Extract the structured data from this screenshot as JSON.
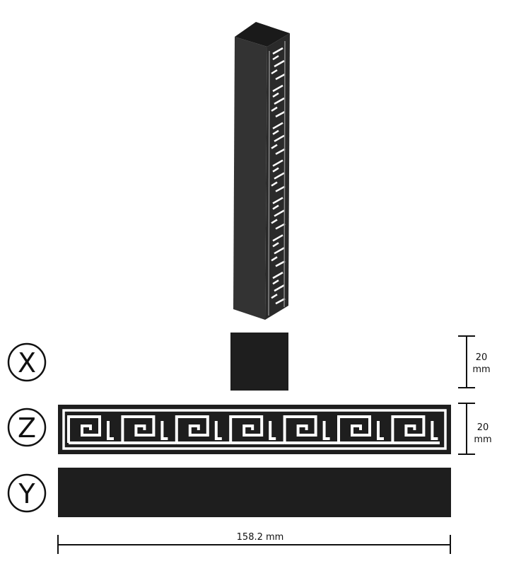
{
  "views": {
    "x_label": "X",
    "z_label": "Z",
    "y_label": "Y"
  },
  "dimensions": {
    "x_height_value": "20",
    "x_height_unit": "mm",
    "z_height_value": "20",
    "z_height_unit": "mm",
    "length": "158.2 mm"
  },
  "pattern": {
    "motif_count": 7
  },
  "colors": {
    "body": "#1e1e1e",
    "front_face": "#333333",
    "top_face": "#1a1a1a",
    "side_face": "#2a2a2a",
    "background": "#ffffff"
  }
}
